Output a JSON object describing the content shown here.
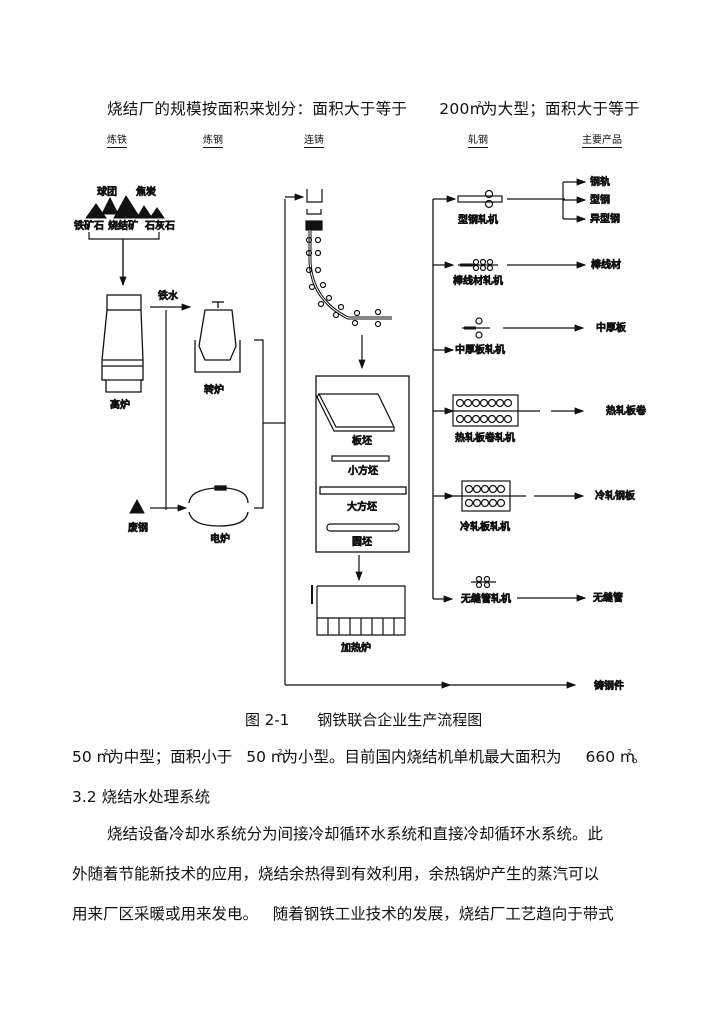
{
  "top_text": {
    "part1": "烧结厂的规模按面积来划分：面积大于等于",
    "part2": "200m",
    "sup": "2",
    "part3": "为大型；面积大于等于"
  },
  "stages": [
    "炼铁",
    "炼钢",
    "连铸",
    "轧钢",
    "主要产品"
  ],
  "diagram": {
    "raw_materials": {
      "pellet": "球团",
      "coke": "焦炭",
      "iron_ore": "铁矿石",
      "sinter": "烧结矿",
      "limestone": "石灰石"
    },
    "blast_furnace": "高炉",
    "hot_metal": "铁水",
    "converter": "转炉",
    "scrap": "废钢",
    "eaf": "电炉",
    "billets": [
      "板坯",
      "小方坯",
      "大方坯",
      "圆坯"
    ],
    "reheat_furnace": "加热炉",
    "mills": [
      {
        "name": "型钢轧机",
        "products": [
          "钢轨",
          "型钢",
          "异型钢"
        ]
      },
      {
        "name": "棒线材轧机",
        "products": [
          "棒线材"
        ]
      },
      {
        "name": "中厚板轧机",
        "products": [
          "中厚板"
        ]
      },
      {
        "name": "热轧板卷轧机",
        "products": [
          "热轧板卷"
        ]
      },
      {
        "name": "冷轧板轧机",
        "products": [
          "冷轧钢板"
        ]
      },
      {
        "name": "无缝管轧机",
        "products": [
          "无缝管"
        ]
      }
    ],
    "castings": "铸钢件"
  },
  "caption": {
    "number": "图 2-1",
    "title": "钢铁联合企业生产流程图"
  },
  "body": {
    "line1": {
      "a": "50 m",
      "sup1": "2",
      "b": "为中型；面积小于",
      "c": "50 m",
      "sup2": "2",
      "d": "为小型。目前国内烧结机单机最大面积为",
      "e": "660 m",
      "sup3": "2",
      "f": "。"
    },
    "section_heading": "3.2  烧结水处理系统",
    "para_lines": [
      "烧结设备冷却水系统分为间接冷却循环水系统和直接冷却循环水系统。此",
      "外随着节能新技术的应用，烧结余热得到有效利用，余热锅炉产生的蒸汽可以",
      "用来厂区采暖或用来发电。   随着钢铁工业技术的发展，烧结厂工艺趋向于带式"
    ]
  }
}
